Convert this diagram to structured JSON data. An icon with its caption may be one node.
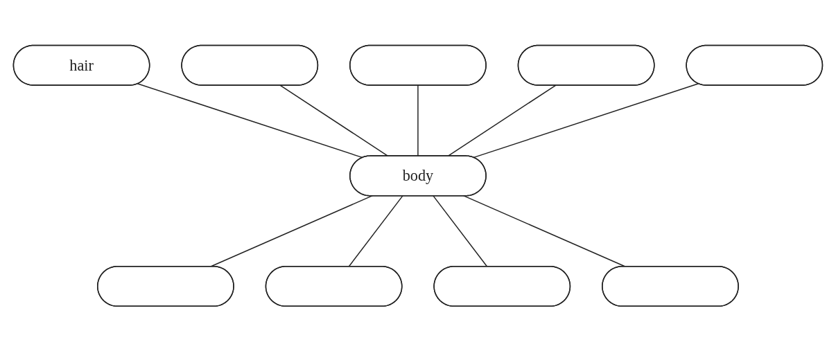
{
  "diagram": {
    "nodes": [
      {
        "text": [],
        "shape": "ellipse"
      },
      {
        "text": [],
        "shape": "ellipse"
      },
      {
        "text": [],
        "shape": "ellipse"
      },
      {
        "text": [
          "hair"
        ]
      },
      {
        "text": [
          "body"
        ]
      },
      {
        "text": [],
        "shape": "ellipse"
      },
      {
        "text": [],
        "shape": "ellipse"
      },
      {
        "text": [],
        "shape": "ellipse"
      },
      {
        "text": [],
        "shape": "ellipse"
      },
      {
        "text": [],
        "shape": "ellipse"
      }
    ],
    "edges": [
      {
        "from": 3,
        "to": 4,
        "arrow": "none"
      },
      {
        "from": 1,
        "to": 4,
        "arrow": "none"
      },
      {
        "from": 0,
        "to": 4,
        "arrow": "none"
      },
      {
        "from": 2,
        "to": 4,
        "arrow": "none"
      },
      {
        "from": 5,
        "to": 4,
        "arrow": "none"
      },
      {
        "from": 4,
        "to": 6,
        "arrow": "none"
      },
      {
        "from": 4,
        "to": 8,
        "arrow": "none"
      },
      {
        "from": 4,
        "to": 9,
        "arrow": "none"
      },
      {
        "from": 4,
        "to": 7,
        "arrow": "none"
      }
    ]
  }
}
